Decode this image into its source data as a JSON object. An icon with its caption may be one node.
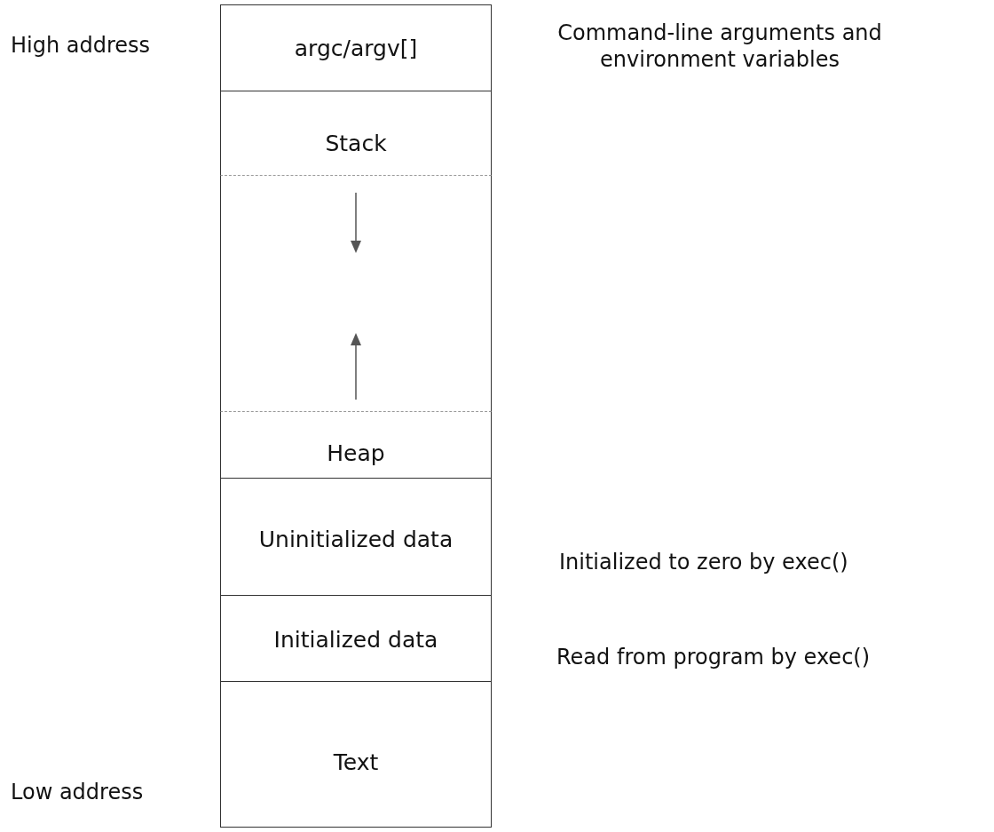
{
  "diagram": {
    "nodes": [
      {
        "text": [
          "argc/argv[]"
        ],
        "beside": [
          "Command-line arguments and environment variables"
        ]
      },
      {
        "text": [
          "Stack"
        ]
      },
      {
        "text": [
          "Heap"
        ]
      },
      {
        "text": [
          "Uninitialized data"
        ],
        "beside": [
          "Initialized to zero by exec()"
        ]
      },
      {
        "text": [
          "Initialized data"
        ],
        "beside": [
          "Read from program by exec()"
        ]
      },
      {
        "text": [
          "Text"
        ]
      }
    ],
    "edges": [],
    "labels": [
      "High address",
      "Low address"
    ]
  }
}
